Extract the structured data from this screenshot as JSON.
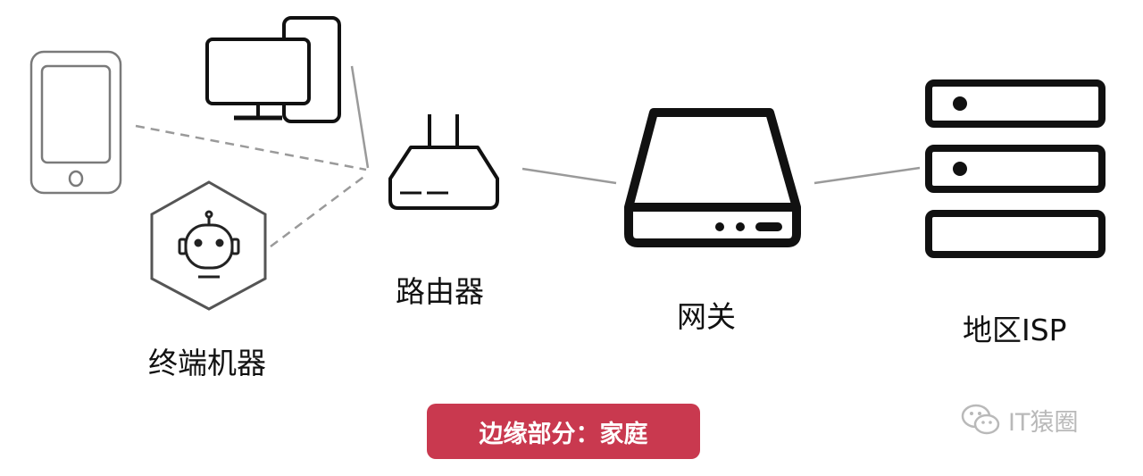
{
  "diagram": {
    "nodes": {
      "terminal_label": "终端机器",
      "router_label": "路由器",
      "gateway_label": "网关",
      "isp_label": "地区ISP"
    },
    "caption": "边缘部分：家庭",
    "watermark": "IT猿圈"
  },
  "colors": {
    "caption_bg": "#c9394f",
    "icon_stroke": "#111111",
    "link_line": "#999999",
    "watermark": "#b9b9b9"
  },
  "icons": [
    "tablet-icon",
    "desktop-computer-icon",
    "robot-hexagon-icon",
    "router-icon",
    "gateway-icon",
    "server-rack-icon",
    "wechat-logo-icon"
  ]
}
